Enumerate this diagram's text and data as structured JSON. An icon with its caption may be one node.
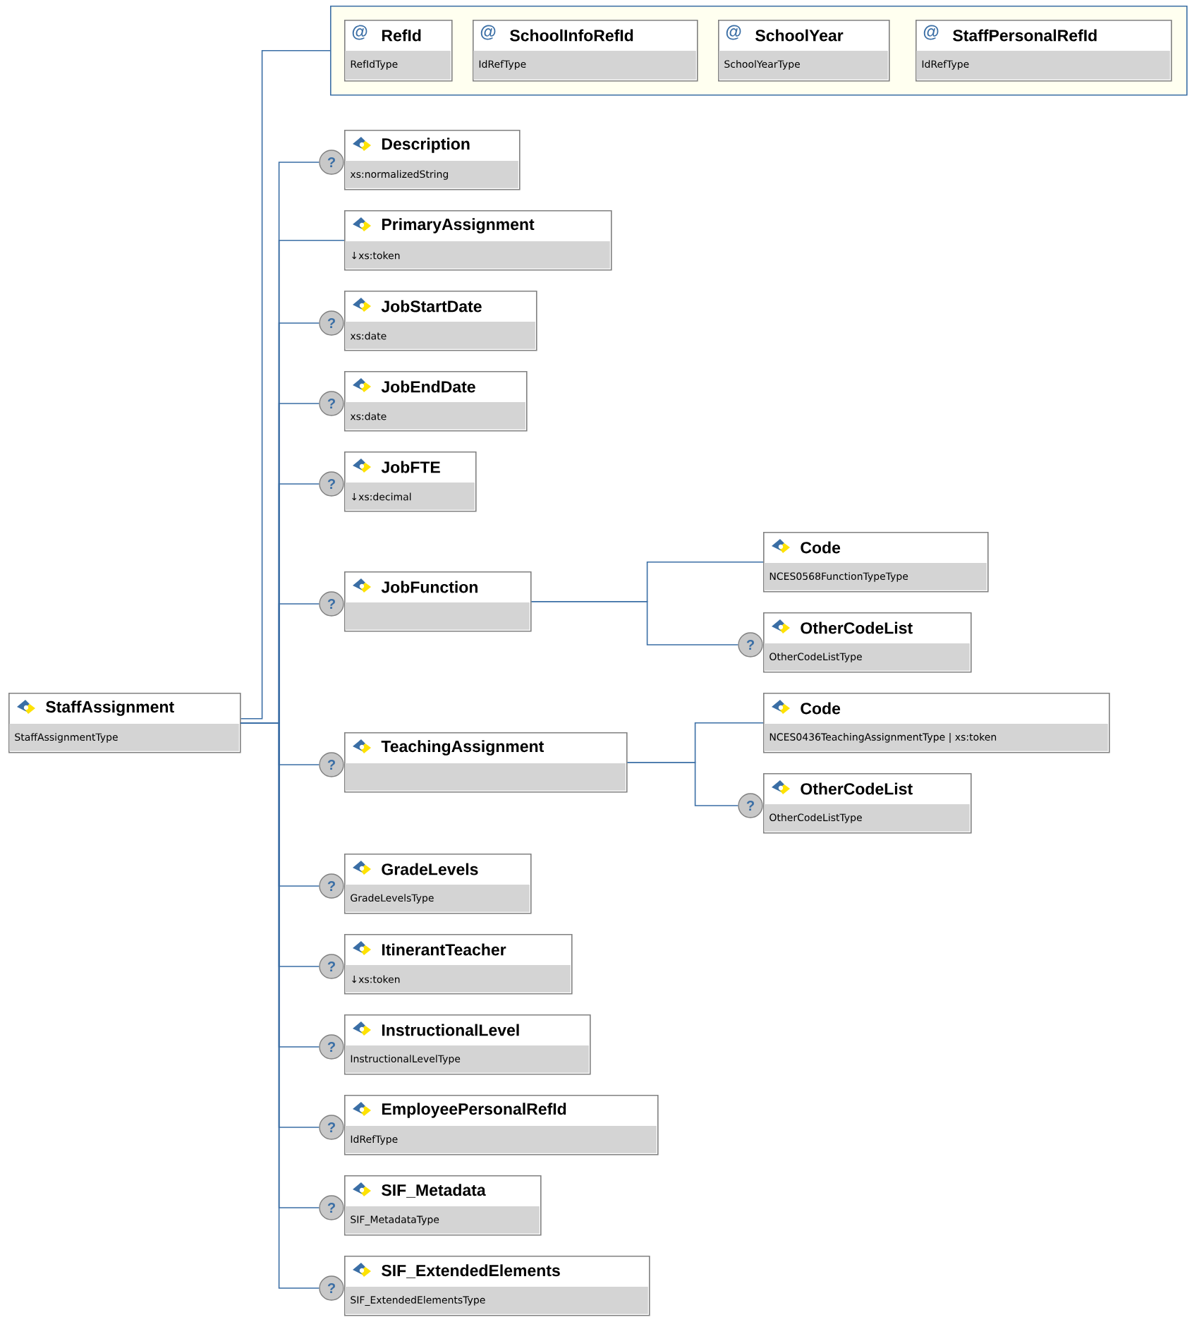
{
  "diagram": {
    "nodes": [
      {
        "text": [
          "StaffAssignment",
          "StaffAssignmentType"
        ]
      },
      {
        "text": [],
        "shape": "box"
      },
      {
        "text": [
          "@",
          "RefId",
          "RefIdType"
        ],
        "in": 1
      },
      {
        "text": [
          "@",
          "SchoolInfoRefId",
          "IdRefType"
        ],
        "in": 1
      },
      {
        "text": [
          "@",
          "SchoolYear",
          "SchoolYearType"
        ],
        "in": 1
      },
      {
        "text": [
          "@",
          "StaffPersonalRefId",
          "IdRefType"
        ],
        "in": 1
      },
      {
        "text": [
          "Description",
          "xs:normalizedString"
        ],
        "beside": [
          "?"
        ]
      },
      {
        "text": [
          "PrimaryAssignment",
          "↓xs:token"
        ]
      },
      {
        "text": [
          "JobStartDate",
          "xs:date"
        ],
        "beside": [
          "?"
        ]
      },
      {
        "text": [
          "JobEndDate",
          "xs:date"
        ],
        "beside": [
          "?"
        ]
      },
      {
        "text": [
          "JobFTE",
          "↓xs:decimal"
        ],
        "beside": [
          "?"
        ]
      },
      {
        "text": [
          "JobFunction"
        ],
        "beside": [
          "?"
        ]
      },
      {
        "text": [
          "Code",
          "NCES0568FunctionTypeType"
        ]
      },
      {
        "text": [
          "OtherCodeList",
          "OtherCodeListType"
        ],
        "beside": [
          "?"
        ]
      },
      {
        "text": [
          "TeachingAssignment"
        ],
        "beside": [
          "?"
        ]
      },
      {
        "text": [
          "Code",
          "NCES0436TeachingAssignmentType | xs:token"
        ]
      },
      {
        "text": [
          "OtherCodeList",
          "OtherCodeListType"
        ],
        "beside": [
          "?"
        ]
      },
      {
        "text": [
          "GradeLevels",
          "GradeLevelsType"
        ],
        "beside": [
          "?"
        ]
      },
      {
        "text": [
          "ItinerantTeacher",
          "↓xs:token"
        ],
        "beside": [
          "?"
        ]
      },
      {
        "text": [
          "InstructionalLevel",
          "InstructionalLevelType"
        ],
        "beside": [
          "?"
        ]
      },
      {
        "text": [
          "EmployeePersonalRefId",
          "IdRefType"
        ],
        "beside": [
          "?"
        ]
      },
      {
        "text": [
          "SIF_Metadata",
          "SIF_MetadataType"
        ],
        "beside": [
          "?"
        ]
      },
      {
        "text": [
          "SIF_ExtendedElements",
          "SIF_ExtendedElementsType"
        ],
        "beside": [
          "?"
        ]
      }
    ],
    "edges": [
      {
        "from": 0,
        "to": 1,
        "arrow": "none"
      },
      {
        "from": 0,
        "to": 6,
        "arrow": "none"
      },
      {
        "from": 0,
        "to": 7,
        "arrow": "none"
      },
      {
        "from": 0,
        "to": 8,
        "arrow": "none"
      },
      {
        "from": 0,
        "to": 9,
        "arrow": "none"
      },
      {
        "from": 0,
        "to": 10,
        "arrow": "none"
      },
      {
        "from": 0,
        "to": 11,
        "arrow": "none"
      },
      {
        "from": 11,
        "to": 12,
        "arrow": "none"
      },
      {
        "from": 11,
        "to": 13,
        "arrow": "none"
      },
      {
        "from": 0,
        "to": 14,
        "arrow": "none"
      },
      {
        "from": 14,
        "to": 15,
        "arrow": "none"
      },
      {
        "from": 14,
        "to": 16,
        "arrow": "none"
      },
      {
        "from": 0,
        "to": 17,
        "arrow": "none"
      },
      {
        "from": 0,
        "to": 18,
        "arrow": "none"
      },
      {
        "from": 0,
        "to": 19,
        "arrow": "none"
      },
      {
        "from": 0,
        "to": 20,
        "arrow": "none"
      },
      {
        "from": 0,
        "to": 21,
        "arrow": "none"
      },
      {
        "from": 0,
        "to": 22,
        "arrow": "none"
      }
    ]
  }
}
